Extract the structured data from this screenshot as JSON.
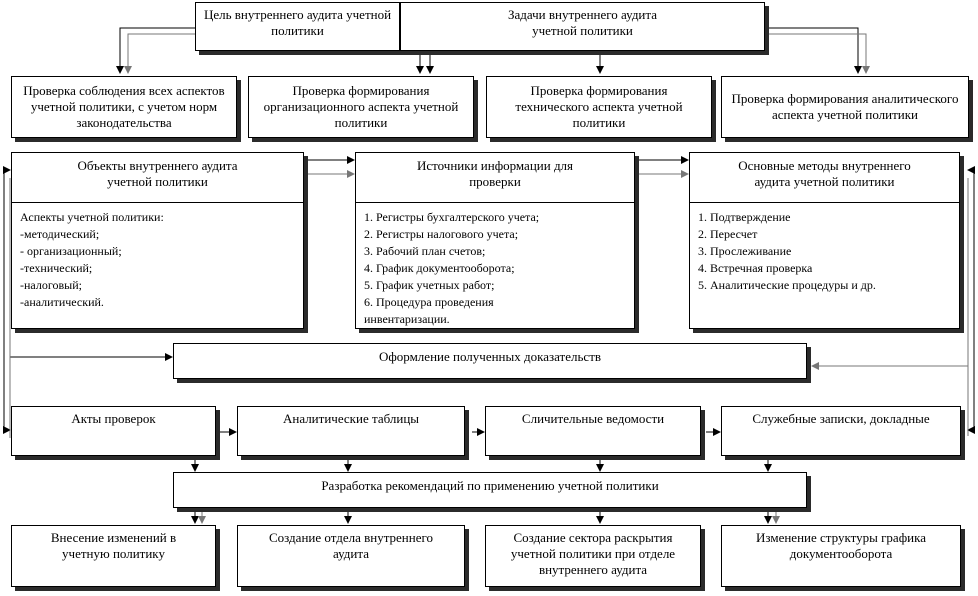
{
  "goal": "Цель внутреннего аудита учетной политики",
  "tasks_title": "Задачи внутреннего аудита учетной политики",
  "tasks": [
    "Проверка соблюдения всех аспектов учетной политики, с учетом норм законодательства",
    "Проверка формирования организационного аспекта учетной политики",
    "Проверка формирования технического аспекта учетной политики",
    "Проверка формирования аналитического аспекта учетной политики"
  ],
  "objects": {
    "title": "Объекты внутреннего аудита учетной политики",
    "items": [
      "Аспекты учетной политики:",
      "-методический;",
      "- организационный;",
      "-технический;",
      "-налоговый;",
      "-аналитический."
    ]
  },
  "sources": {
    "title": "Источники информации для проверки",
    "items": [
      "1. Регистры бухгалтерского учета;",
      "2. Регистры налогового учета;",
      "3. Рабочий план счетов;",
      "4. График документооборота;",
      "5. График учетных работ;",
      "6. Процедура проведения",
      "инвентаризации."
    ]
  },
  "methods": {
    "title": "Основные методы внутреннего аудита учетной политики",
    "items": [
      "1. Подтверждение",
      "2. Пересчет",
      "3. Прослеживание",
      "4. Встречная проверка",
      "5. Аналитические процедуры и др."
    ]
  },
  "evidence": "Оформление полученных доказательств",
  "documents": [
    "Акты проверок",
    "Аналитические таблицы",
    "Сличительные ведомости",
    "Служебные записки, докладные"
  ],
  "recommendations_title": "Разработка рекомендаций по применению учетной политики",
  "recommendations": [
    "Внесение изменений в учетную политику",
    "Создание отдела внутреннего аудита",
    "Создание сектора раскрытия учетной политики при отделе внутреннего аудита",
    "Изменение структуры графика документооборота"
  ]
}
